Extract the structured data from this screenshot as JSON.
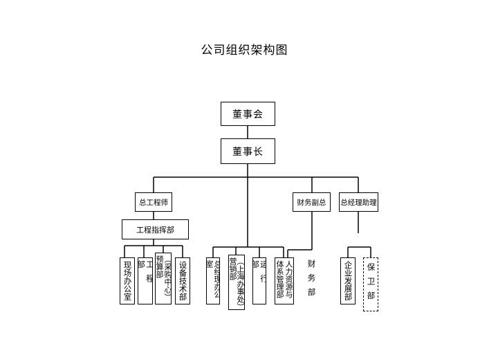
{
  "title": "公司组织架构图",
  "top": {
    "board": "董事会",
    "chairman": "董事长"
  },
  "level2": {
    "chief_engineer": "总工程师",
    "finance_vp": "财务副总",
    "gm_assistant": "总经理助理"
  },
  "level3": {
    "engineering_command": "工程指挥部"
  },
  "departments": {
    "site_office": "现场办公室",
    "engineering": "工程部",
    "budget": "（采购中心）预算部",
    "equipment": "设备技术部",
    "gm_office": "总经理办公室",
    "sales": "（上海办事处）营销部",
    "operations": "运行部",
    "hr": "人力资源与体系管理部",
    "finance": "财务部",
    "enterprise_dev": "企业发展部",
    "security": "保卫部"
  }
}
